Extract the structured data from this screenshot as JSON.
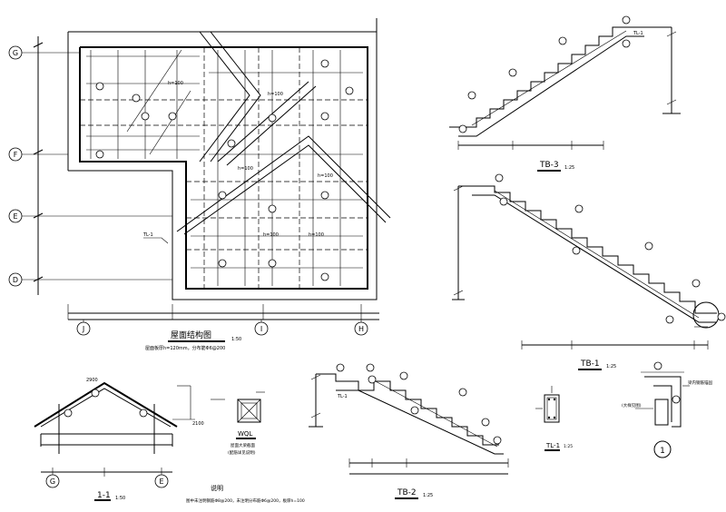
{
  "plan": {
    "title": "屋面结构图",
    "scale": "1:50",
    "note": "屋面板厚h=120mm，分布筋Φ6@200",
    "grid_left": [
      "G",
      "F",
      "E",
      "D"
    ],
    "grid_bottom": [
      "J",
      "I",
      "H"
    ],
    "slab_labels": [
      "h=100",
      "h=100",
      "h=100",
      "h=100",
      "h=100",
      "h=100"
    ],
    "callout": "TL-1"
  },
  "section11": {
    "title": "1-1",
    "scale": "1:50",
    "grids": [
      "G",
      "E"
    ],
    "top_label": "2900",
    "right_label": "2100"
  },
  "wql": {
    "title": "WQL",
    "note1": "屋面大梁截面",
    "note2": "(配筋详见说明)"
  },
  "notes": {
    "title": "说明",
    "text": "图中未注明钢筋Φ8@200，未注明分布筋Φ6@200，板厚h=100"
  },
  "tb3": {
    "title": "TB-3",
    "scale": "1:25",
    "callout": "TL-1"
  },
  "tb1": {
    "title": "TB-1",
    "scale": "1:25"
  },
  "tb2": {
    "title": "TB-2",
    "scale": "1:25",
    "callout": "TL-1"
  },
  "tl1": {
    "title": "TL-1",
    "scale": "1:25"
  },
  "detail1": {
    "label": "1",
    "note1": "梁内钢筋锚固",
    "note2": "(大样见图)"
  }
}
